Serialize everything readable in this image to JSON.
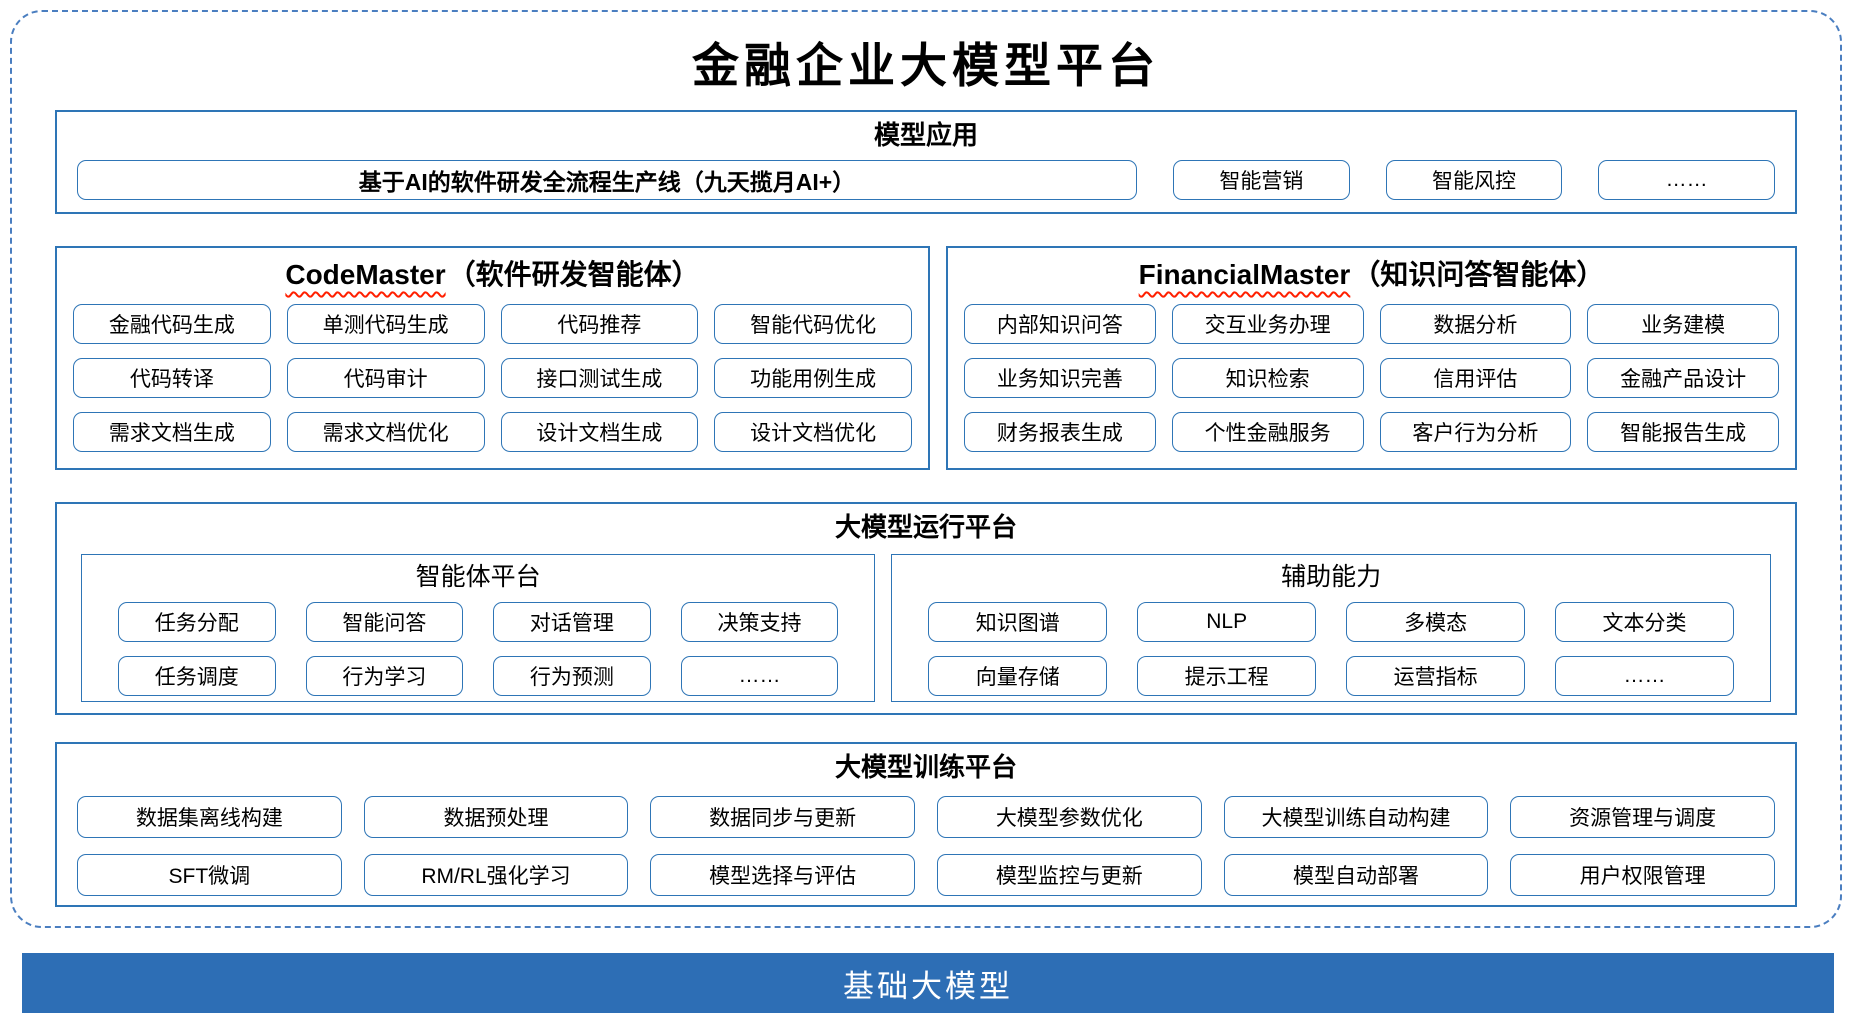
{
  "page_title": "金融企业大模型平台",
  "colors": {
    "section_border": "#2e75b6",
    "item_border": "#2e75b6",
    "dashed_border": "#4a7ec0",
    "foundation_bg": "#2d6eb5",
    "squiggle": "#ff1f00"
  },
  "model_app": {
    "title": "模型应用",
    "pipeline": "基于AI的软件研发全流程生产线（九天揽月AI+）",
    "items": [
      "智能营销",
      "智能风控",
      "……"
    ]
  },
  "agents": [
    {
      "name": "CodeMaster",
      "subtitle": "（软件研发智能体）",
      "items": [
        "金融代码生成",
        "单测代码生成",
        "代码推荐",
        "智能代码优化",
        "代码转译",
        "代码审计",
        "接口测试生成",
        "功能用例生成",
        "需求文档生成",
        "需求文档优化",
        "设计文档生成",
        "设计文档优化"
      ]
    },
    {
      "name": "FinancialMaster",
      "subtitle": "（知识问答智能体）",
      "items": [
        "内部知识问答",
        "交互业务办理",
        "数据分析",
        "业务建模",
        "业务知识完善",
        "知识检索",
        "信用评估",
        "金融产品设计",
        "财务报表生成",
        "个性金融服务",
        "客户行为分析",
        "智能报告生成"
      ]
    }
  ],
  "runtime": {
    "title": "大模型运行平台",
    "groups": [
      {
        "title": "智能体平台",
        "items": [
          "任务分配",
          "智能问答",
          "对话管理",
          "决策支持",
          "任务调度",
          "行为学习",
          "行为预测",
          "……"
        ]
      },
      {
        "title": "辅助能力",
        "items": [
          "知识图谱",
          "NLP",
          "多模态",
          "文本分类",
          "向量存储",
          "提示工程",
          "运营指标",
          "……"
        ]
      }
    ]
  },
  "training": {
    "title": "大模型训练平台",
    "items": [
      "数据集离线构建",
      "数据预处理",
      "数据同步与更新",
      "大模型参数优化",
      "大模型训练自动构建",
      "资源管理与调度",
      "SFT微调",
      "RM/RL强化学习",
      "模型选择与评估",
      "模型监控与更新",
      "模型自动部署",
      "用户权限管理"
    ]
  },
  "foundation": {
    "title": "基础大模型"
  }
}
